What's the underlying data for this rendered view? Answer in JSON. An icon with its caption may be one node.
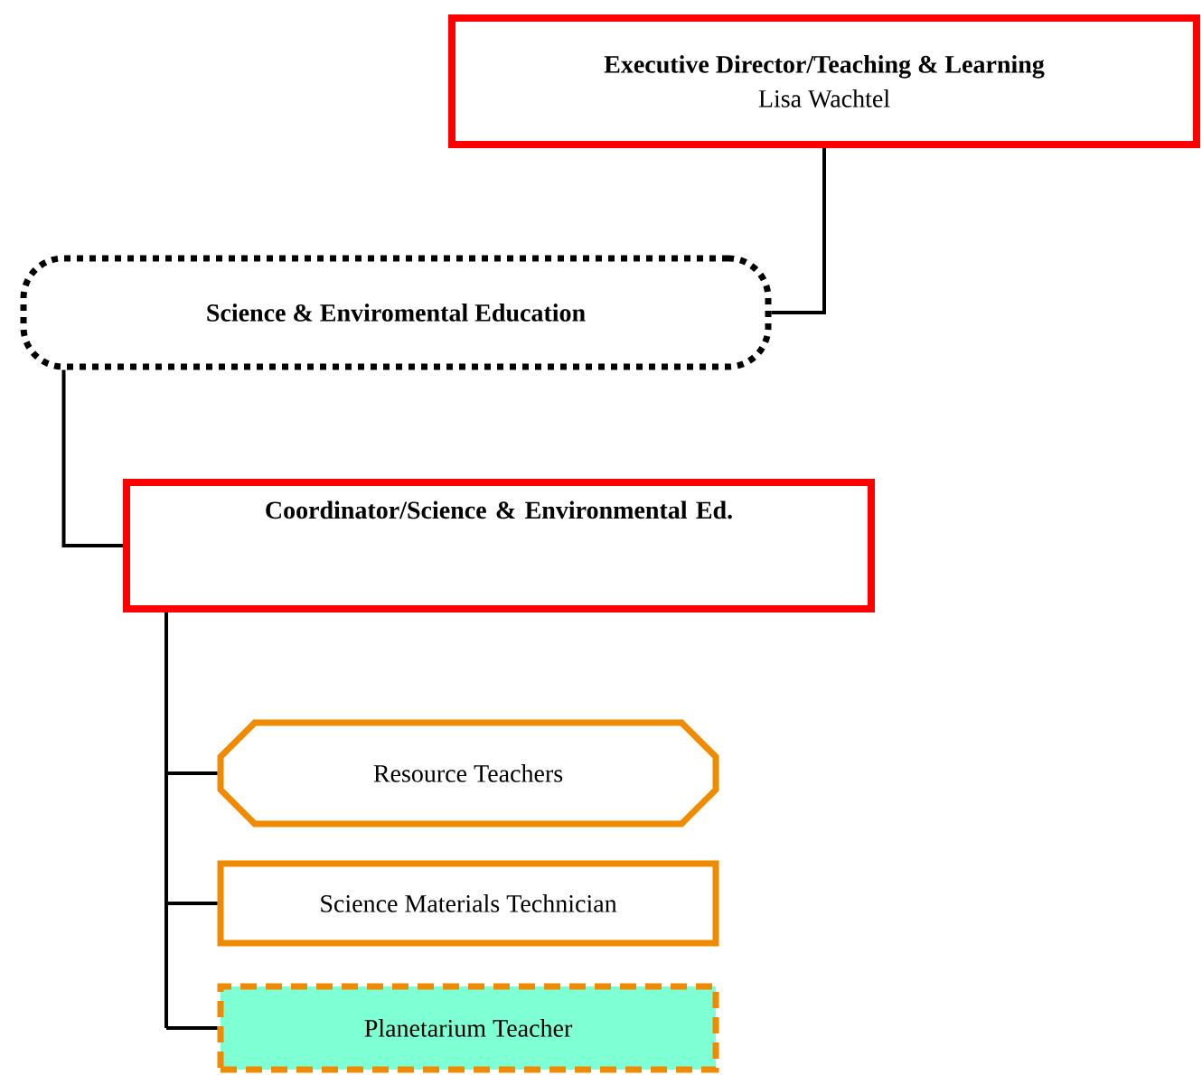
{
  "diagram": {
    "nodes": [
      {
        "text": [
          "Executive Director/Teaching & Learning",
          "Lisa Wachtel"
        ]
      },
      {
        "text": [
          "Science & Enviromental Education"
        ]
      },
      {
        "text": [
          "Coordinator/Science & Environmental Ed."
        ]
      },
      {
        "text": [
          "Resource Teachers"
        ]
      },
      {
        "text": [
          "Science Materials Technician"
        ]
      },
      {
        "text": [
          "Planetarium Teacher"
        ]
      }
    ],
    "edges": [
      {
        "from": 0,
        "to": 1,
        "arrow": "none"
      },
      {
        "from": 1,
        "to": 2,
        "arrow": "none"
      },
      {
        "from": 2,
        "to": 3,
        "arrow": "none"
      },
      {
        "from": 2,
        "to": 4,
        "arrow": "none"
      },
      {
        "from": 2,
        "to": 5,
        "arrow": "none"
      }
    ]
  }
}
